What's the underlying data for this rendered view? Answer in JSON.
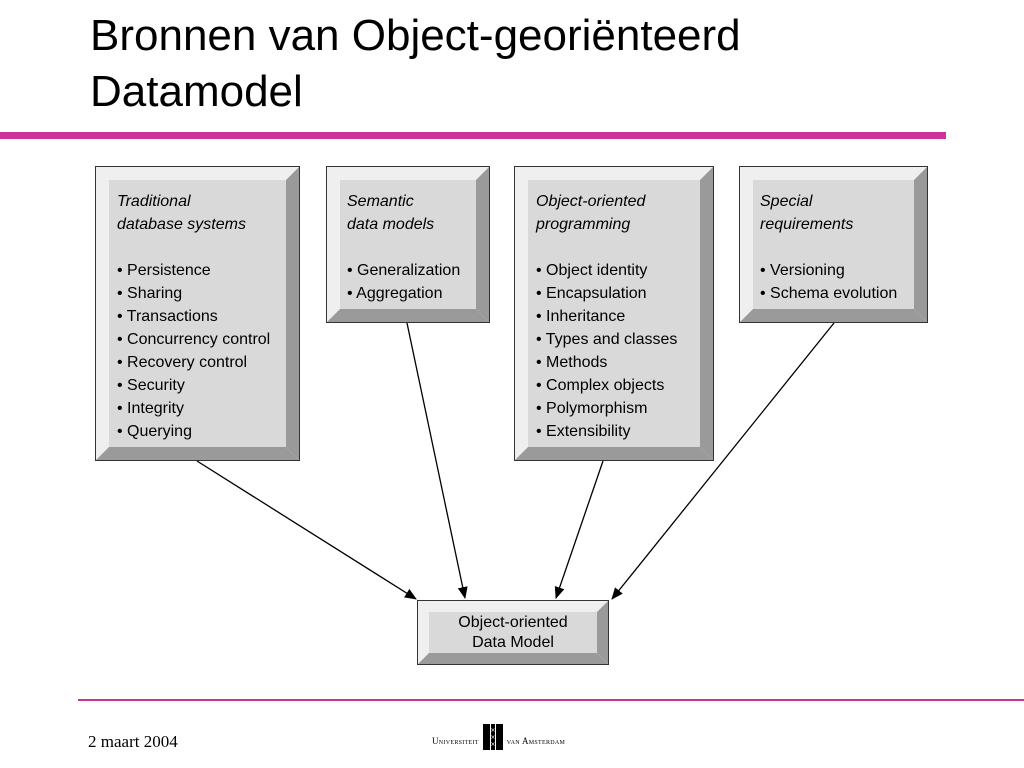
{
  "slide": {
    "title_lines": [
      "Bronnen van Object-georiënteerd",
      "Datamodel"
    ],
    "date": "2 maart 2004",
    "logo_left": "Universiteit",
    "logo_right": "van Amsterdam"
  },
  "diagram": {
    "sources": [
      {
        "heading": [
          "Traditional",
          "database systems"
        ],
        "items": [
          "Persistence",
          "Sharing",
          "Transactions",
          "Concurrency control",
          "Recovery control",
          "Security",
          "Integrity",
          "Querying"
        ]
      },
      {
        "heading": [
          "Semantic",
          "data models"
        ],
        "items": [
          "Generalization",
          "Aggregation"
        ]
      },
      {
        "heading": [
          "Object-oriented",
          "programming"
        ],
        "items": [
          "Object identity",
          "Encapsulation",
          "Inheritance",
          "Types and classes",
          "Methods",
          "Complex objects",
          "Polymorphism",
          "Extensibility"
        ]
      },
      {
        "heading": [
          "Special",
          "requirements"
        ],
        "items": [
          "Versioning",
          "Schema evolution"
        ]
      }
    ],
    "target": [
      "Object-oriented",
      "Data Model"
    ]
  },
  "colors": {
    "accent": "#cc3399",
    "box_face": "#d9d9d9",
    "box_bevel_light": "#efefef",
    "box_bevel_dark": "#9a9a9a"
  }
}
